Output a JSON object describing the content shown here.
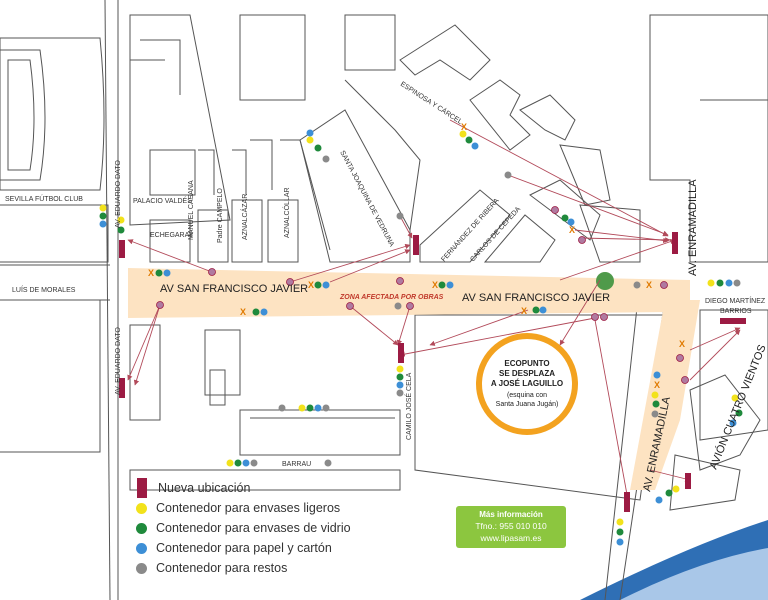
{
  "streets": {
    "sevilla_fc": "SEVILLA FÚTBOL CLUB",
    "luis_morales": "LUÍS DE MORALES",
    "eduardo_dato_top": "AV. EDUARDO DATO",
    "eduardo_dato_bottom": "AV. EDUARDO DATO",
    "palacio_valdes": "PALACIO VALDÉS",
    "echegaray": "ECHEGARAY",
    "manuel_casana": "MANUEL CASANA",
    "padre_campelo": "Padre CAMPELO",
    "aznalcazar": "AZNALCÁZAR",
    "aznalcollar": "AZNALCÓLLAR",
    "santa_joaquina": "SANTA JOAQUINA DE VEDRUNA",
    "espinosa_carcel": "ESPINOSA Y CÁRCEL",
    "fernandez_ribera": "FERNÁNDEZ DE RIBERA",
    "carlos_cepeda": "CARLOS DE CEPEDA",
    "enramadilla_top": "AV. ENRAMADILLA",
    "enramadilla_bottom": "AV. ENRAMADILLA",
    "av_sfj_left": "AV SAN FRANCISCO JAVIER",
    "av_sfj_right": "AV SAN FRANCISCO JAVIER",
    "zona_afectada": "ZONA AFECTADA POR OBRAS",
    "diego_martinez_1": "DIEGO MARTÍNEZ",
    "diego_martinez_2": "BARRIOS",
    "avion_cuatro_vientos": "AVIÓN CUATRO VIENTOS",
    "camilo_jose_cela": "CAMILO JOSÉ CELA",
    "barrau": "BARRAU"
  },
  "ecopunto": {
    "line1": "ECOPUNTO",
    "line2": "SE DESPLAZA",
    "line3": "A JOSÉ LAGUILLO",
    "line4": "(esquina con",
    "line5": "Santa Juana Jugán)"
  },
  "legend": {
    "new_location": "Nueva ubicación",
    "light_packaging": "Contenedor para  envases ligeros",
    "glass": "Contenedor para envases de vidrio",
    "paper": "Contenedor para papel y cartón",
    "rest": "Contenedor para restos"
  },
  "info": {
    "title": "Más información",
    "phone": "Tfno.: 955 010 010",
    "web": "www.lipasam.es"
  },
  "colors": {
    "new_location": "#9c1b43",
    "light_packaging": "#f2e21b",
    "glass": "#1f8a3c",
    "paper": "#3d8fd6",
    "rest": "#8a8a8a",
    "avenue": "#fde3c2",
    "arrow": "#b24a5a",
    "ecopunto_ring": "#f3a21f",
    "info_box": "#8cc63f"
  }
}
